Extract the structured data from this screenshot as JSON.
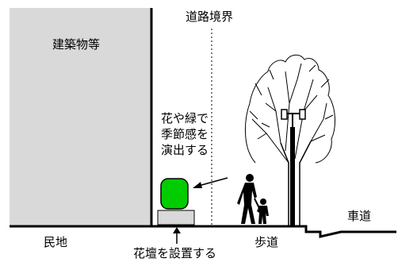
{
  "labels": {
    "road_boundary": "道路境界",
    "building": "建築物等",
    "private_land": "民地",
    "flower_line1": "花や緑で",
    "flower_line2": "季節感を",
    "flower_line3": "演出する",
    "planter": "花壇を設置する",
    "sidewalk": "歩道",
    "roadway": "車道"
  },
  "colors": {
    "building_fill": "#d9d9d9",
    "shrub_green": "#00cc00",
    "planter_box": "#d9d9d9",
    "line": "#000000"
  },
  "icons": {
    "tree": "tree-icon",
    "pedestrians": "pedestrian-with-child-icon",
    "street_light": "street-light-icon"
  }
}
